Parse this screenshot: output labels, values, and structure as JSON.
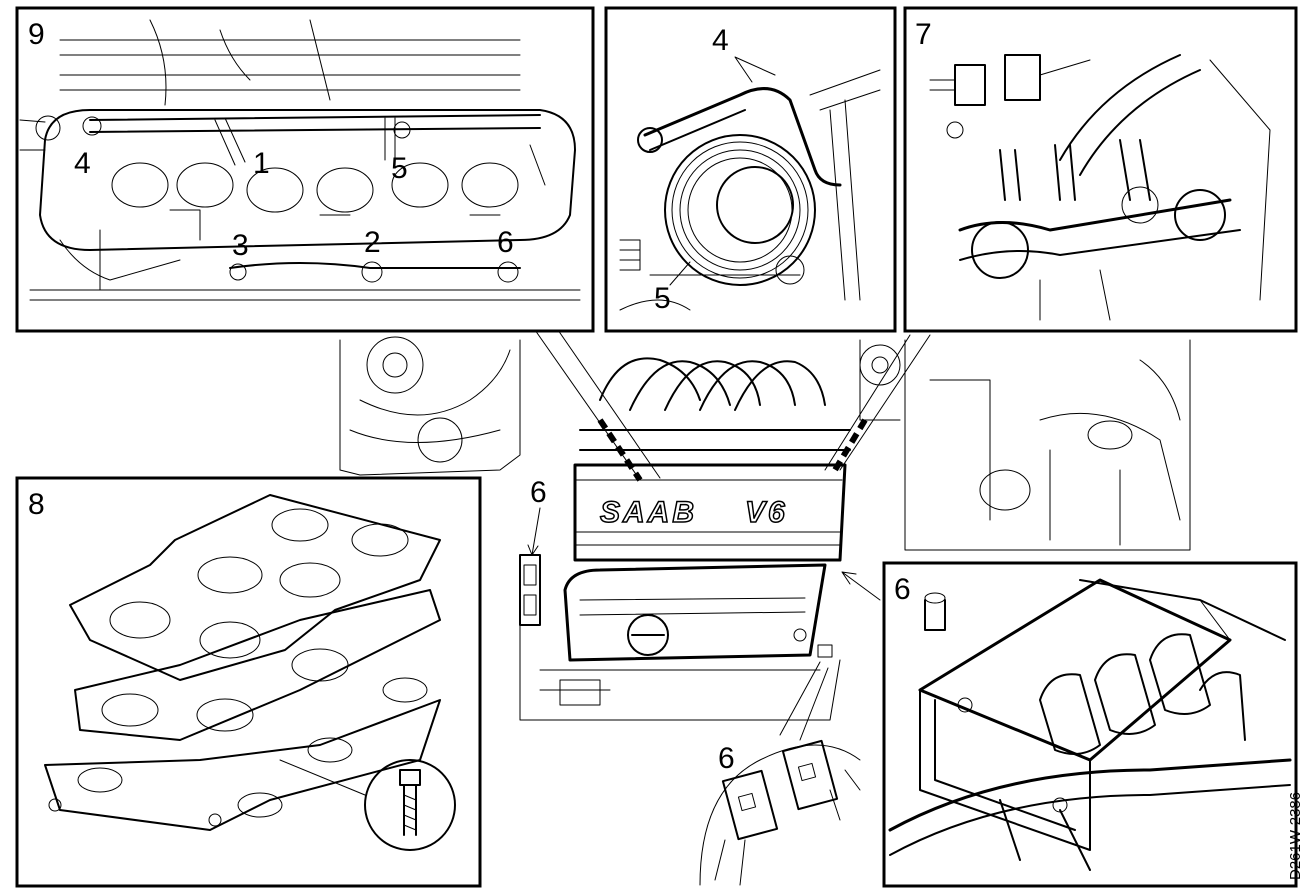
{
  "diagram": {
    "drawing_code": "D261W-2386",
    "engine_cover": {
      "brand": "SAAB",
      "model": "V6"
    },
    "center_label": "6",
    "connector_label": "6",
    "panels": {
      "panel_9": {
        "number": "9",
        "callouts": [
          "4",
          "1",
          "5",
          "3",
          "2",
          "6"
        ]
      },
      "panel_top_center": {
        "callouts": [
          "4",
          "5"
        ]
      },
      "panel_7": {
        "number": "7"
      },
      "panel_8": {
        "number": "8"
      },
      "panel_6": {
        "number": "6"
      }
    }
  }
}
